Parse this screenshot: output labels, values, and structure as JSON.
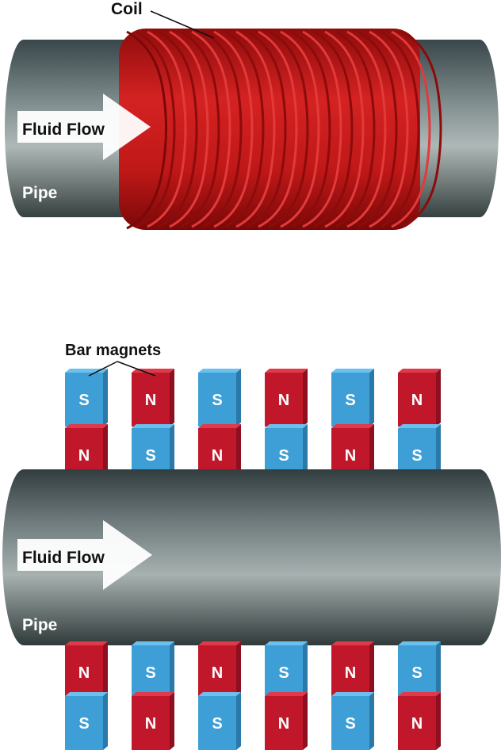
{
  "top_diagram": {
    "coil_label": "Coil",
    "flow_label": "Fluid Flow",
    "pipe_label": "Pipe"
  },
  "bottom_diagram": {
    "magnets_label": "Bar magnets",
    "flow_label": "Fluid Flow",
    "pipe_label": "Pipe",
    "top_row": [
      {
        "upper": "S",
        "lower": "N"
      },
      {
        "upper": "N",
        "lower": "S"
      },
      {
        "upper": "S",
        "lower": "N"
      },
      {
        "upper": "N",
        "lower": "S"
      },
      {
        "upper": "S",
        "lower": "N"
      },
      {
        "upper": "N",
        "lower": "S"
      }
    ],
    "bottom_row": [
      {
        "upper": "N",
        "lower": "S"
      },
      {
        "upper": "S",
        "lower": "N"
      },
      {
        "upper": "N",
        "lower": "S"
      },
      {
        "upper": "S",
        "lower": "N"
      },
      {
        "upper": "N",
        "lower": "S"
      },
      {
        "upper": "S",
        "lower": "N"
      }
    ]
  },
  "colors": {
    "pipe_dark": "#3a4548",
    "pipe_light": "#a9b4b4",
    "coil_red": "#c41a1a",
    "magnet_n": "#c0182a",
    "magnet_s": "#3e9fd6",
    "arrow": "#ffffff"
  }
}
